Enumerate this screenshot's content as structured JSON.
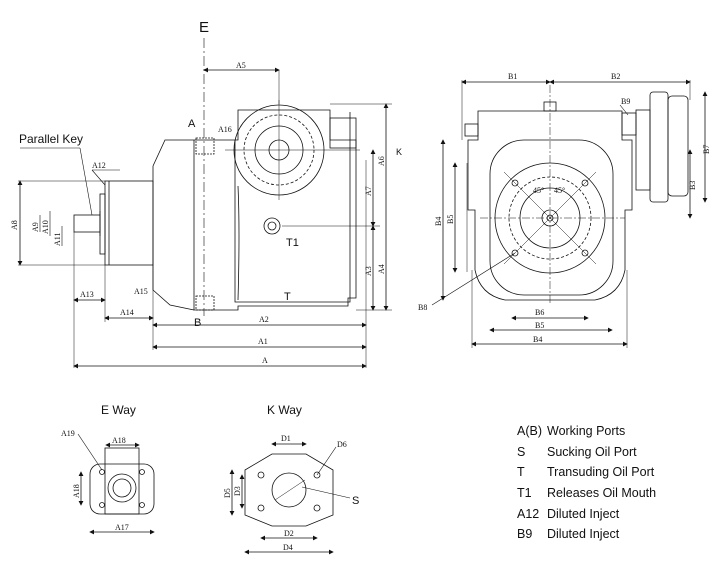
{
  "views": {
    "section_mark": "E",
    "parallel_key": "Parallel Key",
    "e_way": "E Way",
    "k_way": "K Way"
  },
  "port_marks": {
    "a": "A",
    "b": "B",
    "t": "T",
    "t1": "T1",
    "s": "S",
    "k": "K"
  },
  "dims": {
    "side": [
      "A5",
      "A16",
      "A12",
      "A8",
      "A9",
      "A10",
      "A11",
      "A13",
      "A14",
      "A15",
      "A2",
      "A1",
      "A",
      "A7",
      "A6",
      "A3",
      "A4"
    ],
    "rear": [
      "B1",
      "B2",
      "B9",
      "B7",
      "B3",
      "B4",
      "B5",
      "B8",
      "B6",
      "B5",
      "B4"
    ],
    "angles": [
      "45°",
      "45°"
    ],
    "e_way": [
      "A19",
      "A18",
      "A18",
      "A17"
    ],
    "k_way": [
      "D1",
      "D6",
      "D5",
      "D3",
      "D2",
      "D4"
    ]
  },
  "legend": [
    {
      "key": "A(B)",
      "value": "Working Ports"
    },
    {
      "key": "S",
      "value": "Sucking Oil Port"
    },
    {
      "key": "T",
      "value": "Transuding Oil Port"
    },
    {
      "key": "T1",
      "value": "Releases Oil Mouth"
    },
    {
      "key": "A12",
      "value": "Diluted  Inject"
    },
    {
      "key": "B9",
      "value": "Diluted  Inject"
    }
  ]
}
